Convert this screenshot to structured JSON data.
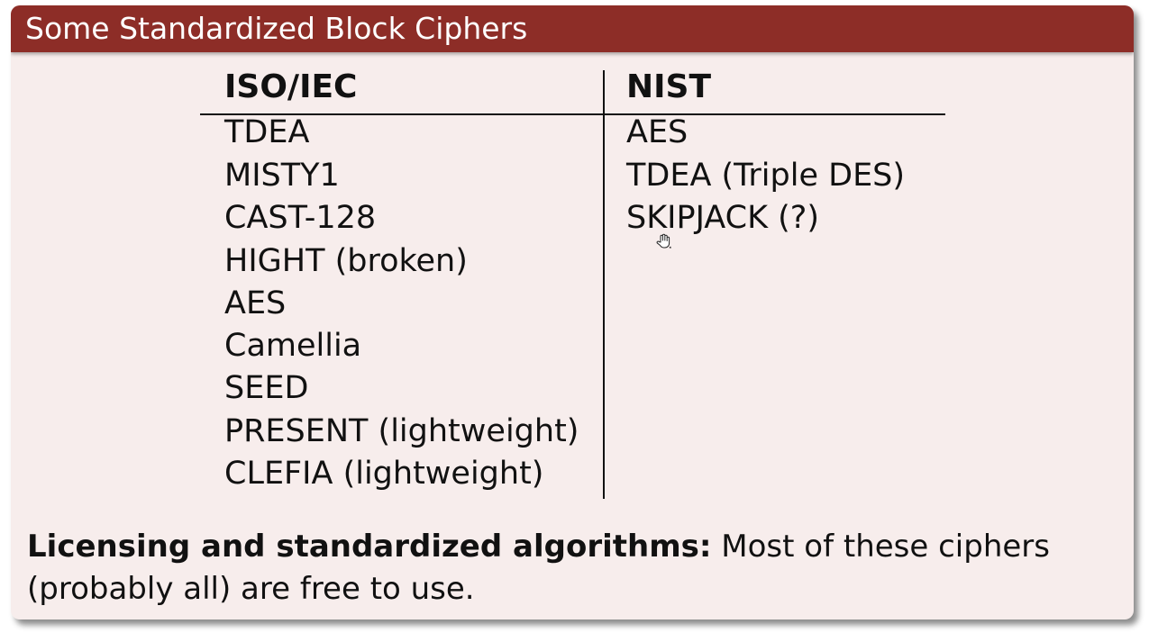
{
  "slide": {
    "title": "Some Standardized Block Ciphers",
    "table": {
      "headers": [
        "ISO/IEC",
        "NIST"
      ],
      "iso_iec": [
        "TDEA",
        "MISTY1",
        "CAST-128",
        "HIGHT (broken)",
        "AES",
        "Camellia",
        "SEED",
        "PRESENT (lightweight)",
        "CLEFIA (lightweight)"
      ],
      "nist": [
        "AES",
        "TDEA (Triple DES)",
        "SKIPJACK (?)"
      ]
    },
    "note": {
      "bold": "Licensing and standardized algorithms:",
      "text": "Most of these ciphers (probably all) are free to use."
    }
  },
  "colors": {
    "title_bar": "#8d2d27",
    "background": "#f7edec",
    "text": "#111111"
  },
  "icons": {
    "cursor": "hand-pointer-icon"
  }
}
